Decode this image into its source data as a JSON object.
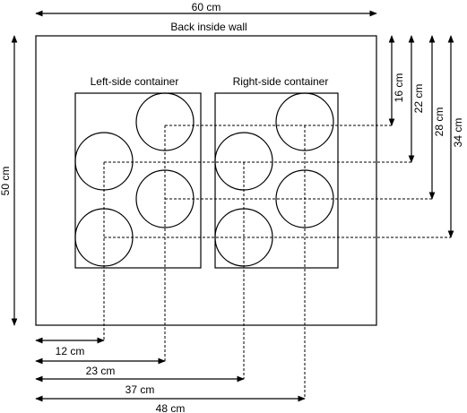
{
  "wall": {
    "label": "Back inside wall",
    "width_label": "60 cm",
    "height_label": "50 cm"
  },
  "containers": {
    "left_label": "Left-side container",
    "right_label": "Right-side container"
  },
  "horizontal_dimensions": [
    "12 cm",
    "23 cm",
    "37 cm",
    "48 cm"
  ],
  "vertical_dimensions": [
    "16 cm",
    "22 cm",
    "28 cm",
    "34 cm"
  ]
}
